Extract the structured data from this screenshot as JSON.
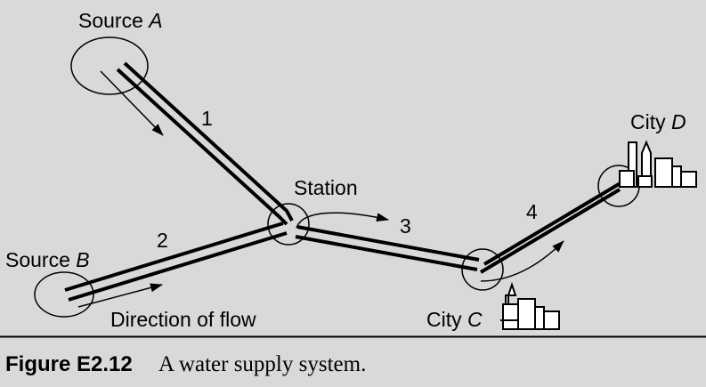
{
  "labels": {
    "source_a_prefix": "Source ",
    "source_a_letter": "A",
    "source_b_prefix": "Source ",
    "source_b_letter": "B",
    "station": "Station",
    "city_c_prefix": "City ",
    "city_c_letter": "C",
    "city_d_prefix": "City ",
    "city_d_letter": "D",
    "direction_of_flow": "Direction of flow",
    "pipe_1": "1",
    "pipe_2": "2",
    "pipe_3": "3",
    "pipe_4": "4"
  },
  "caption": {
    "number": "Figure E2.12",
    "text": "A water supply system."
  },
  "colors": {
    "background": "#d9d9d9",
    "ink": "#000000",
    "building_fill": "#ffffff"
  },
  "icons": [
    "city-skyline-icon",
    "flow-arrow-icon"
  ]
}
